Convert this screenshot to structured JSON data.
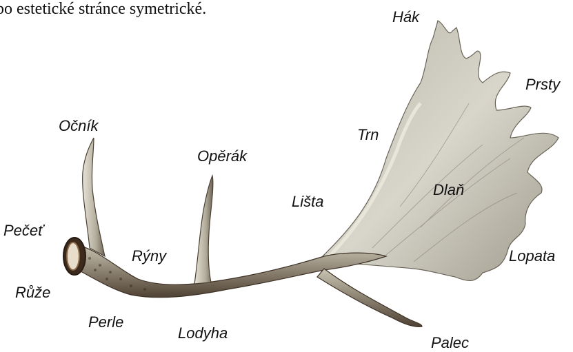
{
  "caption": "po estetické stránce symetrické.",
  "labels": {
    "hak": "Hák",
    "prsty": "Prsty",
    "ocnik": "Očník",
    "trn": "Trn",
    "operak": "Opěrák",
    "dlan": "Dlaň",
    "lista": "Lišta",
    "pecet": "Pečeť",
    "ryny": "Rýny",
    "lopata": "Lopata",
    "ruze": "Růže",
    "perle": "Perle",
    "lodyha": "Lodyha",
    "palec": "Palec"
  },
  "colors": {
    "antler_light": "#d9d6c8",
    "antler_mid": "#a8a394",
    "antler_dark": "#5a4a3a",
    "burr": "#4a3020"
  }
}
